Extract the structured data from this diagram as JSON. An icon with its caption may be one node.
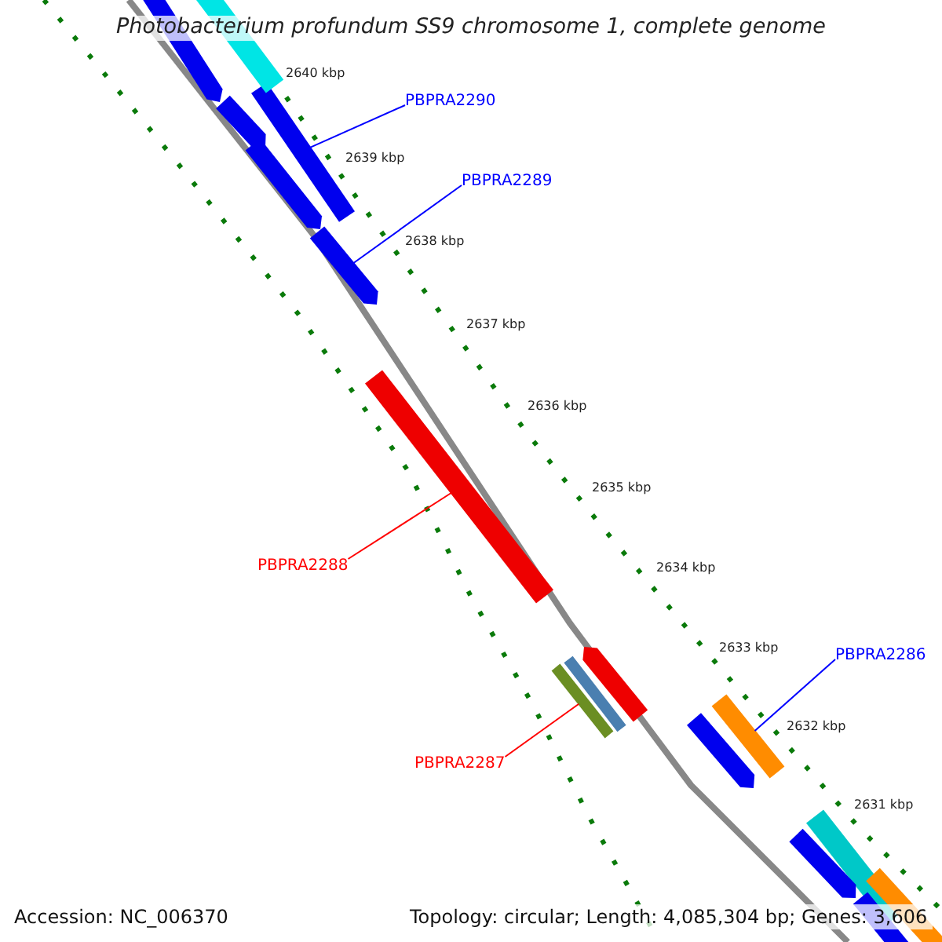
{
  "diagram": {
    "title": "Photobacterium profundum SS9 chromosome 1, complete genome",
    "nodes": [
      {
        "text": [
          "PBPRA2290"
        ]
      },
      {
        "text": [],
        "shape": "bar"
      },
      {
        "text": [
          "PBPRA2289"
        ]
      },
      {
        "text": [],
        "shape": "bar"
      },
      {
        "text": [
          "PBPRA2288"
        ]
      },
      {
        "text": [],
        "shape": "bar"
      },
      {
        "text": [
          "PBPRA2287"
        ]
      },
      {
        "text": [],
        "shape": "bar"
      },
      {
        "text": [
          "PBPRA2286"
        ]
      },
      {
        "text": [],
        "shape": "bar"
      },
      {
        "text": [],
        "shape": "bar"
      },
      {
        "text": [],
        "shape": "bar"
      },
      {
        "text": [],
        "shape": "bar"
      },
      {
        "text": [],
        "shape": "bar"
      },
      {
        "text": [],
        "shape": "bar"
      },
      {
        "text": [],
        "shape": "bar"
      },
      {
        "text": [],
        "shape": "bar"
      },
      {
        "text": [],
        "shape": "bar"
      },
      {
        "text": [],
        "shape": "bar"
      },
      {
        "text": [],
        "shape": "bar"
      },
      {
        "text": [],
        "shape": "bar"
      }
    ],
    "edges": [
      {
        "from": 0,
        "to": 1,
        "arrow": "none",
        "color": "#0000ff"
      },
      {
        "from": 2,
        "to": 3,
        "arrow": "none",
        "color": "#0000ff"
      },
      {
        "from": 4,
        "to": 5,
        "arrow": "none",
        "color": "#ff0000"
      },
      {
        "from": 6,
        "to": 7,
        "arrow": "none",
        "color": "#ff0000"
      },
      {
        "from": 8,
        "to": 9,
        "arrow": "none",
        "color": "#0000ff"
      }
    ],
    "labels": [
      "2640 kbp",
      "2639 kbp",
      "2638 kbp",
      "2637 kbp",
      "2636 kbp",
      "2635 kbp",
      "2634 kbp",
      "2633 kbp",
      "2632 kbp",
      "2631 kbp",
      "Accession: NC_006370",
      "Topology: circular; Length: 4,085,304 bp; Genes: 3,606"
    ]
  }
}
